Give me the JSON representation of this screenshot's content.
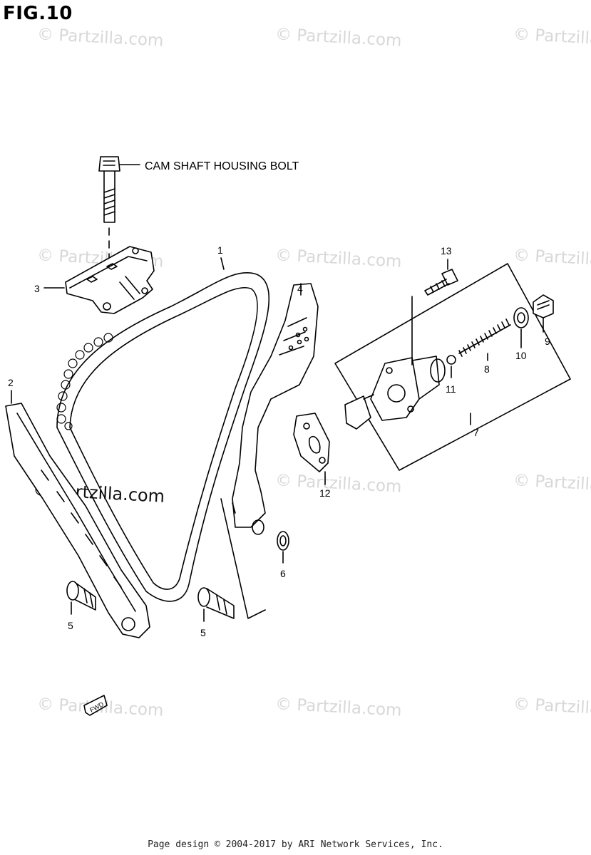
{
  "figure": {
    "title": "FIG.10",
    "footer": "Page design © 2004-2017 by ARI Network Services, Inc."
  },
  "callouts": {
    "cam_shaft_housing_bolt": "CAM SHAFT HOUSING BOLT",
    "p1": "1",
    "p2": "2",
    "p3": "3",
    "p4": "4",
    "p5a": "5",
    "p5b": "5",
    "p6": "6",
    "p7": "7",
    "p8": "8",
    "p9": "9",
    "p10": "10",
    "p11": "11",
    "p12": "12",
    "p13": "13"
  },
  "fwd_label": "FWD",
  "watermark": {
    "faint": "© Partzilla.com",
    "strong": "© Partzilla.com"
  }
}
